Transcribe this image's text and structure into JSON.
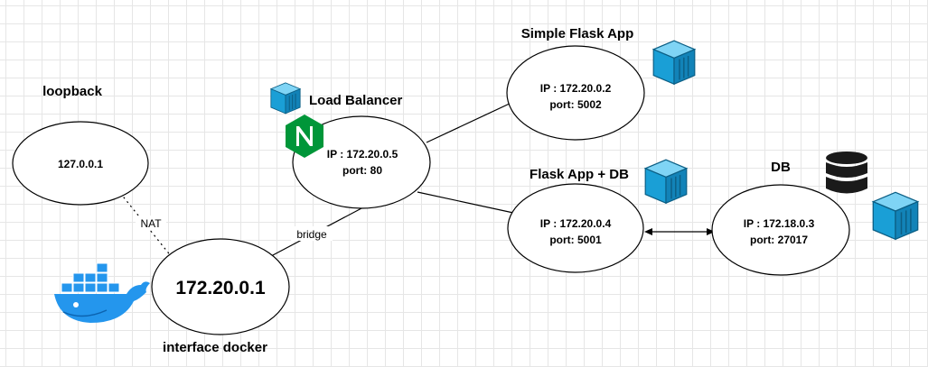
{
  "labels": {
    "loopback": "loopback",
    "load_balancer": "Load Balancer",
    "simple_flask_app": "Simple Flask App",
    "flask_app_db": "Flask App + DB",
    "db": "DB",
    "interface_docker": "interface docker"
  },
  "nodes": {
    "loopback": {
      "ip": "127.0.0.1"
    },
    "load_balancer": {
      "ip": "IP : 172.20.0.5",
      "port": "port: 80"
    },
    "simple_flask": {
      "ip": "IP : 172.20.0.2",
      "port": "port: 5002"
    },
    "flask_db": {
      "ip": "IP : 172.20.0.4",
      "port": "port: 5001"
    },
    "db": {
      "ip": "IP : 172.18.0.3",
      "port": "port: 27017"
    },
    "docker_interface": {
      "ip": "172.20.0.1"
    }
  },
  "edges": {
    "nat": "NAT",
    "bridge": "bridge"
  },
  "icons": {
    "container": "container-cube-icon",
    "database": "database-icon",
    "nginx": "nginx-icon",
    "docker": "docker-whale-icon"
  },
  "colors": {
    "container_blue": "#1a9fd6",
    "nginx_green": "#009639",
    "docker_blue": "#2496ed",
    "db_black": "#1a1a1a"
  }
}
